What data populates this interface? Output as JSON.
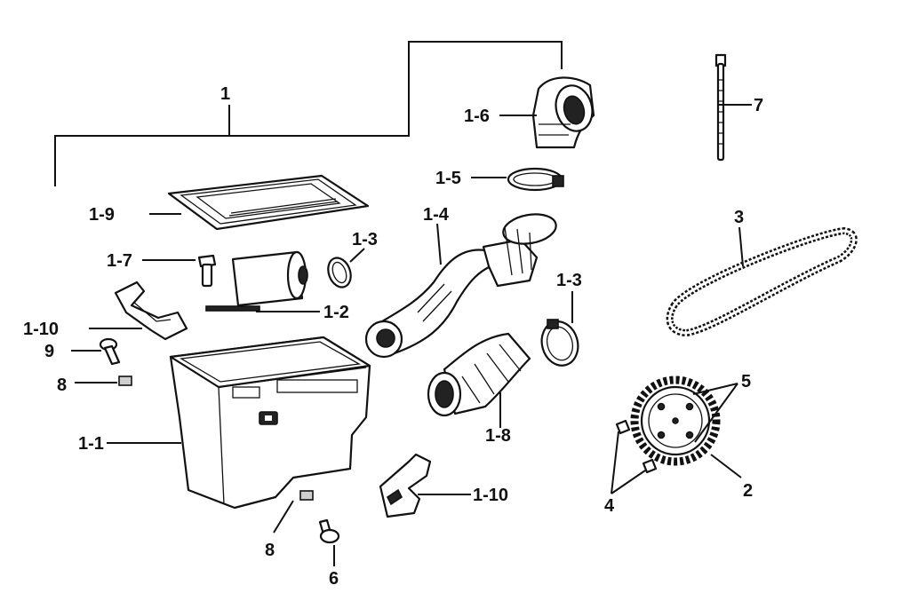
{
  "diagram": {
    "labels": {
      "assembly": "1",
      "box": "1-1",
      "filter_band": "1-2",
      "clamp_a": "1-3",
      "clamp_b": "1-3",
      "intake_tube": "1-4",
      "clamp_c": "1-5",
      "elbow": "1-6",
      "bolt_a": "1-7",
      "outlet_tube": "1-8",
      "lid": "1-9",
      "bracket_left": "1-10",
      "bracket_bottom": "1-10",
      "sprocket": "2",
      "chain": "3",
      "bolts_sprocket": "4",
      "nuts_sprocket": "5",
      "bolt_bottom": "6",
      "cable_tie": "7",
      "nut_left": "8",
      "nut_bottom": "8",
      "bolt_left": "9"
    }
  }
}
